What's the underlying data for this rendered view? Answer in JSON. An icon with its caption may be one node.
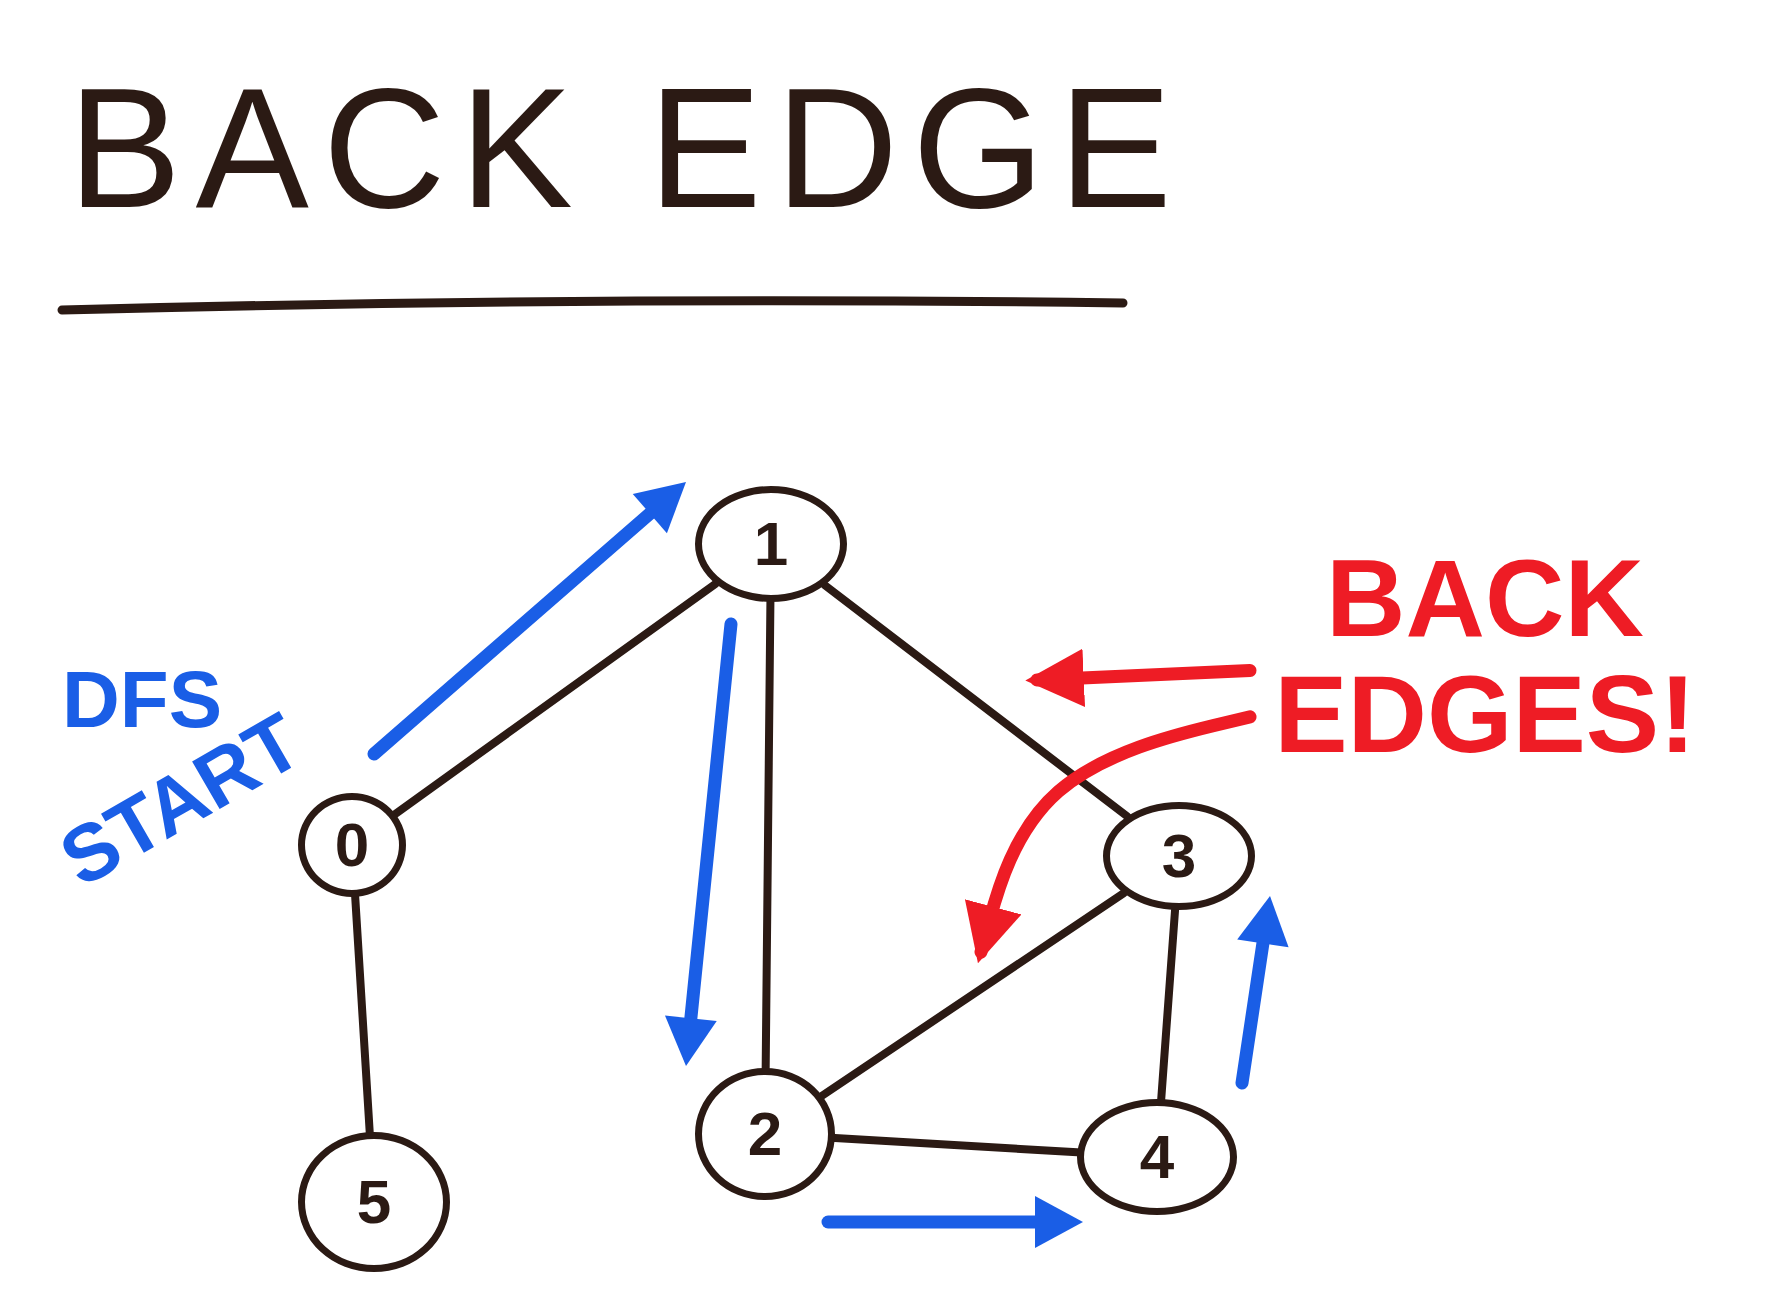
{
  "diagram": {
    "title": "BACK EDGE",
    "nodes": [
      {
        "text": [
          "0"
        ]
      },
      {
        "text": [
          "1"
        ]
      },
      {
        "text": [
          "2"
        ]
      },
      {
        "text": [
          "3"
        ]
      },
      {
        "text": [
          "4"
        ]
      },
      {
        "text": [
          "5"
        ]
      },
      {
        "text": [
          "BACK EDGES!"
        ]
      }
    ],
    "edges": [
      {
        "from": 0,
        "to": 1,
        "arrow": "none"
      },
      {
        "from": 0,
        "to": 5,
        "arrow": "none"
      },
      {
        "from": 1,
        "to": 2,
        "arrow": "none"
      },
      {
        "from": 1,
        "to": 3,
        "arrow": "none"
      },
      {
        "from": 2,
        "to": 3,
        "arrow": "none"
      },
      {
        "from": 2,
        "to": 4,
        "arrow": "none"
      },
      {
        "from": 3,
        "to": 4,
        "arrow": "none"
      },
      {
        "from": 6,
        "to": null,
        "arrow": "to",
        "color": "#ee1c25"
      },
      {
        "from": 6,
        "to": null,
        "arrow": "to",
        "color": "#ee1c25"
      }
    ],
    "labels": [
      "DFS",
      "START"
    ]
  }
}
